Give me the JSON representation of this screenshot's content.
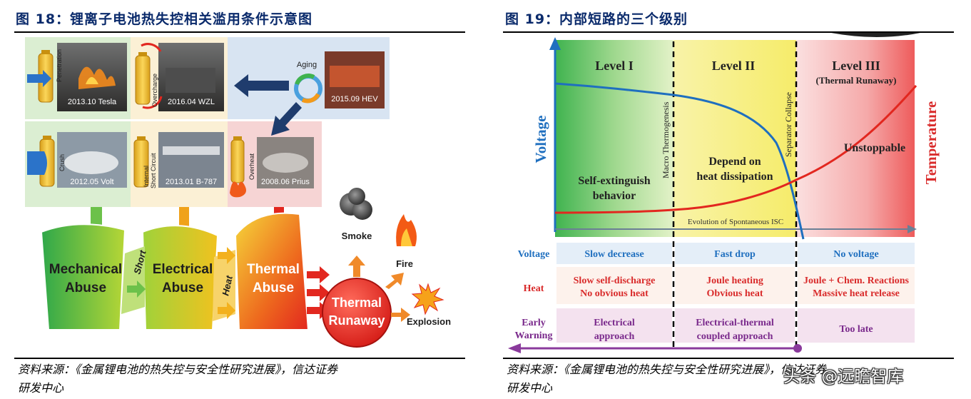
{
  "fig18": {
    "title": "图 18：锂离子电池热失控相关滥用条件示意图",
    "incidents": {
      "penetration": {
        "tag": "Penetration",
        "caption": "2013.10 Tesla"
      },
      "overcharge": {
        "tag": "Overcharge",
        "caption": "2016.04 WZL"
      },
      "aging": {
        "tag": "Aging",
        "caption": "2015.09 HEV"
      },
      "crush": {
        "tag": "Crush",
        "caption": "2012.05 Volt"
      },
      "isc": {
        "tag_line1": "Internal",
        "tag_line2": "Short Circuit",
        "caption": "2013.01 B-787"
      },
      "overheat": {
        "tag": "Overheat",
        "caption": "2008.06 Prius"
      }
    },
    "abuse": {
      "mechanical": [
        "Mechanical",
        "Abuse"
      ],
      "electrical": [
        "Electrical",
        "Abuse"
      ],
      "thermal": [
        "Thermal",
        "Abuse"
      ],
      "runaway": [
        "Thermal",
        "Runaway"
      ]
    },
    "connectors": {
      "short": "Short",
      "heat": "Heat"
    },
    "outcomes": {
      "smoke": "Smoke",
      "fire": "Fire",
      "explosion": "Explosion"
    },
    "source_line1": "资料来源：《金属锂电池的热失控与安全性研究进展》，信达证券",
    "source_line2": "研发中心"
  },
  "fig19": {
    "title": "图 19：内部短路的三个级别",
    "axis_left": "Voltage",
    "axis_right": "Temperature",
    "levels": {
      "l1": "Level I",
      "l2": "Level II",
      "l3": "Level III",
      "l3_sub": "(Thermal Runaway)"
    },
    "vertical_labels": {
      "macro": "Macro Thermogenesis",
      "separator": "Separator Collapse"
    },
    "zone_text": {
      "l1_line1": "Self-extinguish",
      "l1_line2": "behavior",
      "l2_line1": "Depend on",
      "l2_line2": "heat dissipation",
      "l3": "Unstoppable"
    },
    "evolution": "Evolution of Spontaneous ISC",
    "table": {
      "rows": [
        {
          "label": "Voltage",
          "c1": "Slow decrease",
          "c2": "Fast drop",
          "c3": "No voltage"
        },
        {
          "label": "Heat",
          "c1a": "Slow self-discharge",
          "c1b": "No obvious heat",
          "c2a": "Joule heating",
          "c2b": "Obvious heat",
          "c3a": "Joule + Chem. Reactions",
          "c3b": "Massive heat release"
        },
        {
          "label_a": "Early",
          "label_b": "Warning",
          "c1a": "Electrical",
          "c1b": "approach",
          "c2a": "Electrical-thermal",
          "c2b": "coupled approach",
          "c3": "Too late"
        }
      ]
    },
    "source_line1": "资料来源：《金属锂电池的热失控与安全性研究进展》，信达证券",
    "source_line2": "研发中心"
  },
  "watermark": "头条 @远瞻智库",
  "colors": {
    "title": "#0a2a6b",
    "voltage": "#1f6fbf",
    "temperature": "#d92b2b"
  }
}
